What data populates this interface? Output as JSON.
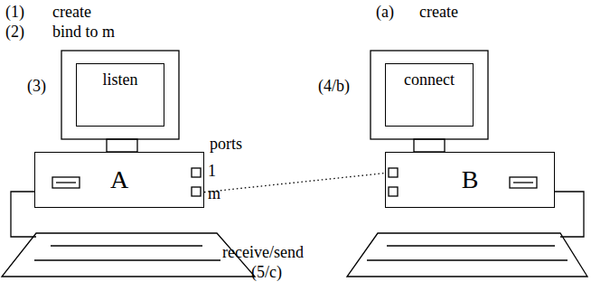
{
  "diagram": {
    "nodes": [
      {
        "text": [
          "listen"
        ]
      },
      {
        "text": [
          "connect"
        ]
      },
      {
        "text": [
          "A"
        ]
      },
      {
        "text": [
          "B"
        ]
      }
    ],
    "edges": [
      {
        "from": 2,
        "to": 3,
        "arrow": "none"
      }
    ],
    "labels": [
      "(1)",
      "create",
      "(2)",
      "bind to m",
      "(3)",
      "(a)",
      "create",
      "(4/b)",
      "ports",
      "1",
      "m",
      "receive/send",
      "(5/c)"
    ]
  }
}
